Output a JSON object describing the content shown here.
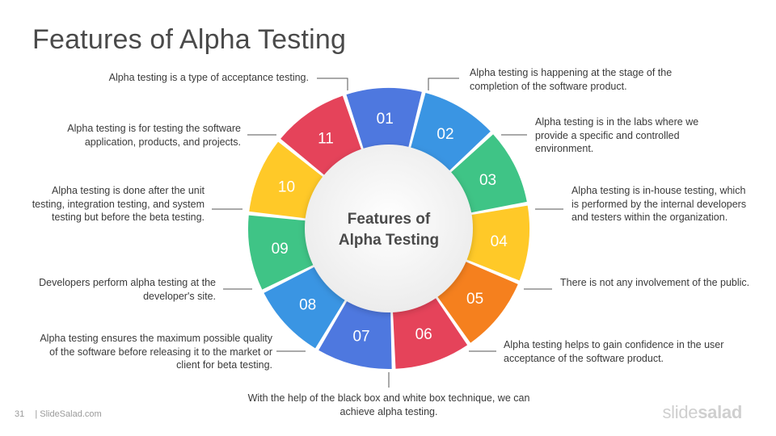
{
  "title": "Features of Alpha Testing",
  "center": {
    "line1": "Features of",
    "line2": "Alpha Testing"
  },
  "segments": [
    {
      "num": "01",
      "color": "#4E78DF",
      "text": "Alpha  testing is a type of acceptance testing."
    },
    {
      "num": "02",
      "color": "#3A95E3",
      "text": "Alpha testing is happening  at the stage of the completion  of the software product."
    },
    {
      "num": "03",
      "color": "#3FC486",
      "text": "Alpha  testing is in the labs where we provide  a specific  and controlled environment."
    },
    {
      "num": "04",
      "color": "#FFC928",
      "text": "Alpha  testing is in-house testing, which is performed  by the internal developers and testers within the organization."
    },
    {
      "num": "05",
      "color": "#F5801E",
      "text": "There is not any involvement of the public."
    },
    {
      "num": "06",
      "color": "#E5435A",
      "text": "Alpha testing helps to gain confidence  in the user acceptance of the software product."
    },
    {
      "num": "07",
      "color": "#4E78DF",
      "text": "With the help of the black box and white box technique,  we can achieve alpha testing."
    },
    {
      "num": "08",
      "color": "#3A95E3",
      "text": "Alpha  testing ensures the maximum  possible quality of the software  before releasing  it to the market or client for beta testing."
    },
    {
      "num": "09",
      "color": "#3FC486",
      "text": "Developers  perform  alpha testing at the developer's  site."
    },
    {
      "num": "10",
      "color": "#FFC928",
      "text": "Alpha  testing is done after the unit testing, integration  testing, and system testing but before  the beta testing."
    },
    {
      "num": "11",
      "color": "#E5435A",
      "text": "Alpha  testing is for testing the software application,  products,  and projects."
    }
  ],
  "footer": {
    "page": "31",
    "site": "| SlideSalad.com"
  },
  "brand": {
    "part1": "slide",
    "part2": "salad"
  }
}
